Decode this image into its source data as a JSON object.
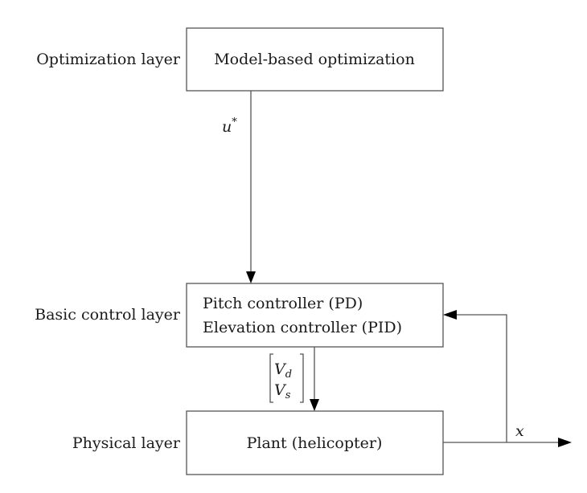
{
  "diagram": {
    "layers": [
      {
        "label": "Optimization layer",
        "block_lines": [
          "Model-based optimization"
        ]
      },
      {
        "label": "Basic control layer",
        "block_lines": [
          "Pitch controller (PD)",
          "Elevation controller (PID)"
        ]
      },
      {
        "label": "Physical layer",
        "block_lines": [
          "Plant (helicopter)"
        ]
      }
    ],
    "signals": {
      "optimization_to_control": "u",
      "optimization_to_control_superscript": "*",
      "control_to_plant_top": "V",
      "control_to_plant_top_sub": "d",
      "control_to_plant_bottom": "V",
      "control_to_plant_bottom_sub": "s",
      "plant_output": "x"
    }
  }
}
